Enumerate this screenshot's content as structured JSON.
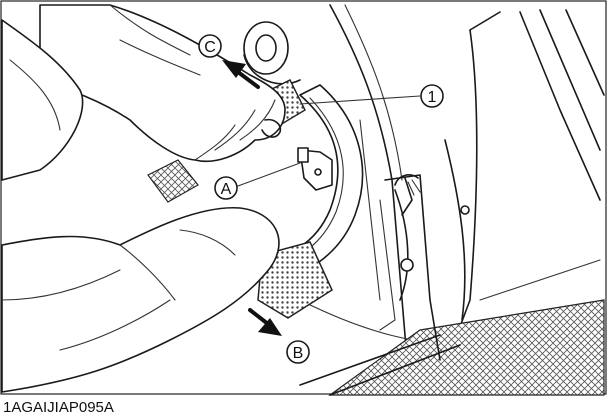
{
  "figure": {
    "code": "1AGAIJIAP095A",
    "callouts": {
      "c": "C",
      "one": "1",
      "a": "A",
      "b": "B"
    }
  }
}
